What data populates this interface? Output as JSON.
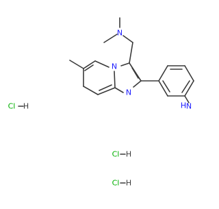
{
  "molecule": {
    "atoms": {
      "n_dimethyl": "N",
      "n_ring": "N",
      "n_imine": "N",
      "amine_n": "N",
      "amine_h": "H"
    },
    "salts": [
      {
        "cl": "Cl",
        "h": "H"
      },
      {
        "cl": "Cl",
        "h": "H"
      },
      {
        "cl": "Cl",
        "h": "H"
      }
    ]
  },
  "colors": {
    "bond": "#3a3a3a",
    "nitrogen": "#1a1aff",
    "chlorine": "#00b000",
    "hydrogen": "#3a3a3a"
  }
}
